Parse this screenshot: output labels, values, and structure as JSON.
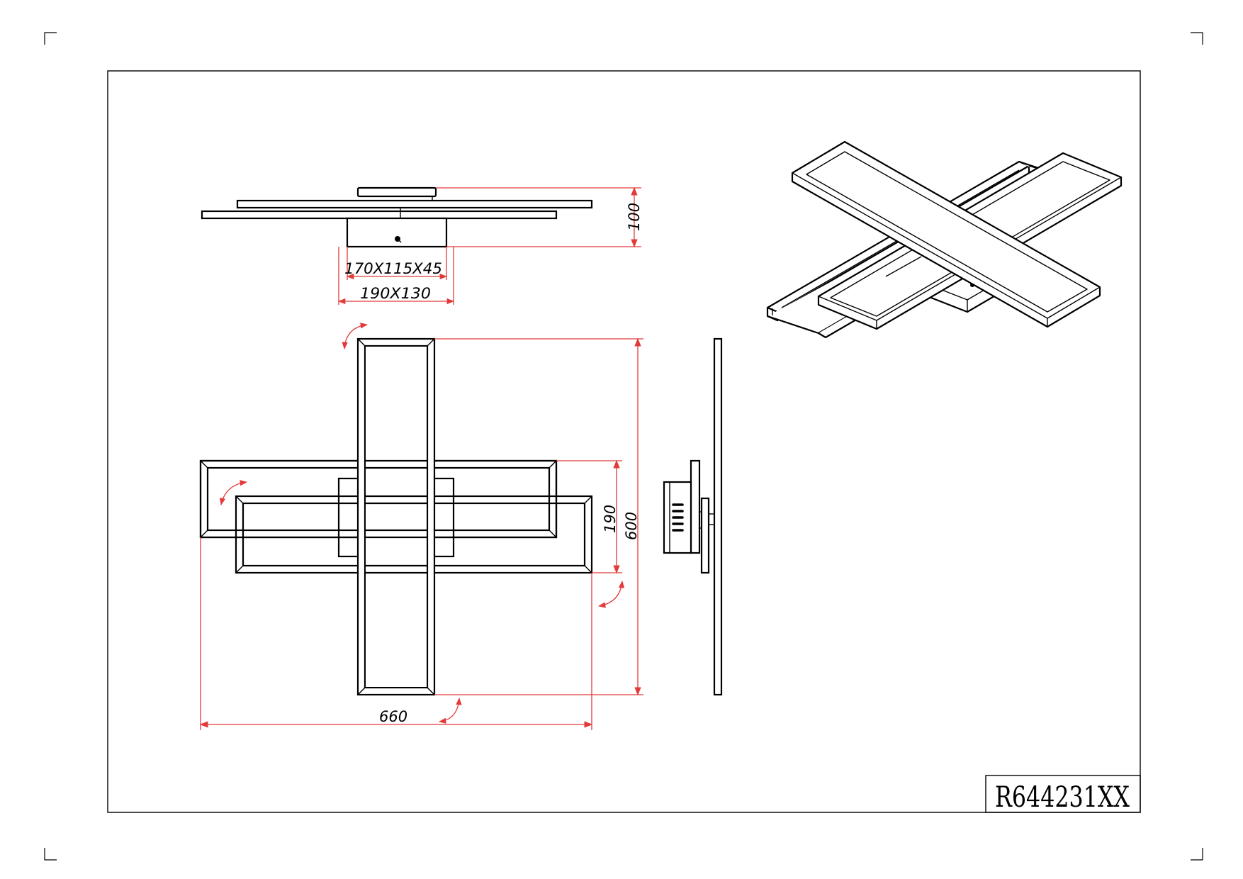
{
  "drawing": {
    "part_number": "R644231XX",
    "dimensions": {
      "height_top_view": "100",
      "canopy_inner": "170X115X45",
      "canopy_outer": "190X130",
      "frame_height": "190",
      "overall_height": "600",
      "overall_width": "660"
    }
  },
  "colors": {
    "line": "#000000",
    "dimension_line": "#e23a3a",
    "background": "#ffffff"
  }
}
